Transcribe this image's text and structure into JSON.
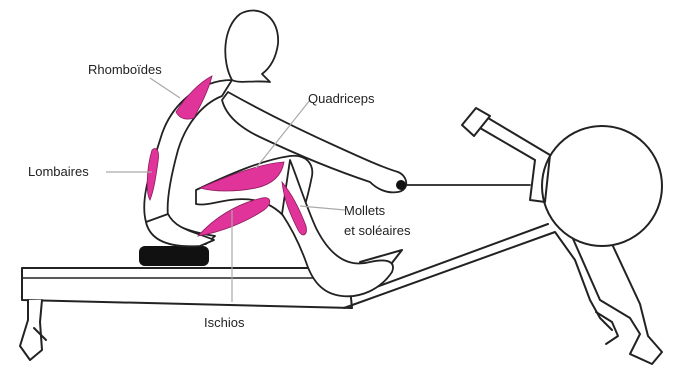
{
  "labels": {
    "rhomboides": "Rhomboïdes",
    "quadriceps": "Quadriceps",
    "lombaires": "Lombaires",
    "mollets_line1": "Mollets",
    "mollets_line2": "et soléaires",
    "ischios": "Ischios"
  },
  "colors": {
    "muscle": "#e0349a",
    "outline": "#222222",
    "leader": "#aaaaaa",
    "seat": "#111111"
  }
}
